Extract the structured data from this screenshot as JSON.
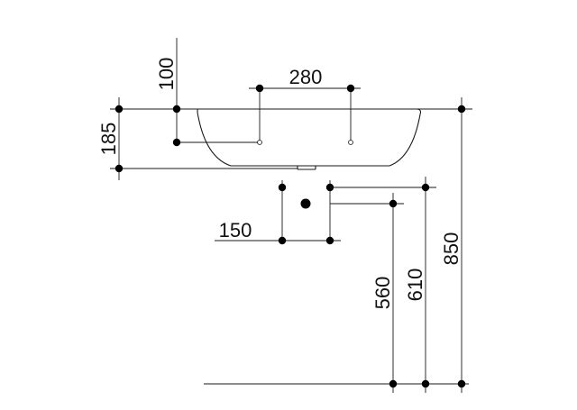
{
  "dimensions": {
    "tap_hole_height": "100",
    "tap_hole_spacing": "280",
    "basin_height": "185",
    "waste_offset": "150",
    "waste_height": "560",
    "trap_height": "610",
    "rim_height": "850"
  },
  "colors": {
    "line": "#1a1a1a",
    "dot": "#000000",
    "background": "#ffffff"
  }
}
